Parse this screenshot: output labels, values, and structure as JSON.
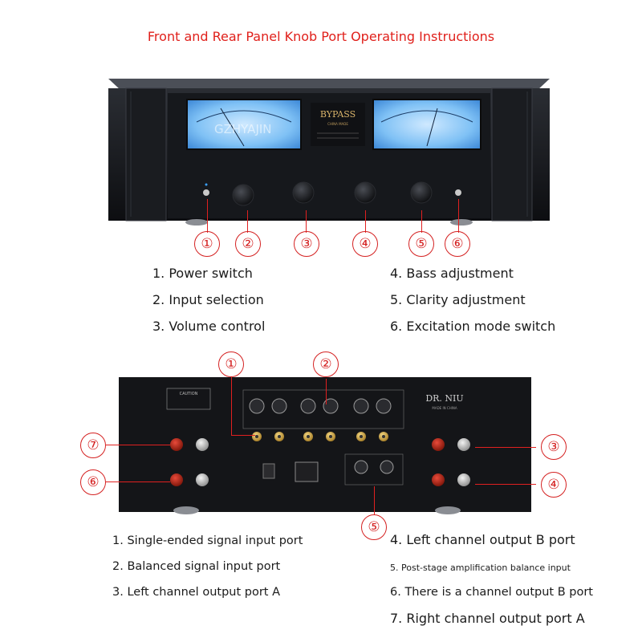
{
  "title": "Front and Rear Panel Knob Port Operating Instructions",
  "colors": {
    "title": "#e0201b",
    "callout": "#d42020",
    "meter": "#6fb6f0"
  },
  "front_panel": {
    "brand": "BYPASS",
    "brand_sub": "CHINA MADE",
    "watermark": "GZHYAJIN",
    "callouts": [
      "①",
      "②",
      "③",
      "④",
      "⑤",
      "⑥"
    ],
    "items_left": [
      "1. Power switch",
      "2. Input selection",
      "3. Volume control"
    ],
    "items_right": [
      "4. Bass adjustment",
      "5. Clarity adjustment",
      "6. Excitation mode switch"
    ]
  },
  "rear_panel": {
    "brand": "DR. NIU",
    "brand_sub": "MADE IN CHINA",
    "caution": "CAUTION",
    "callouts": [
      "①",
      "②",
      "③",
      "④",
      "⑤",
      "⑥",
      "⑦"
    ],
    "items_left": [
      "1. Single-ended signal input port",
      "2. Balanced signal input port",
      "3. Left channel output port A"
    ],
    "items_right": [
      "4. Left channel output B port",
      "5. Post-stage amplification balance input",
      "6. There is a channel output B port",
      "7. Right channel output port A"
    ]
  }
}
